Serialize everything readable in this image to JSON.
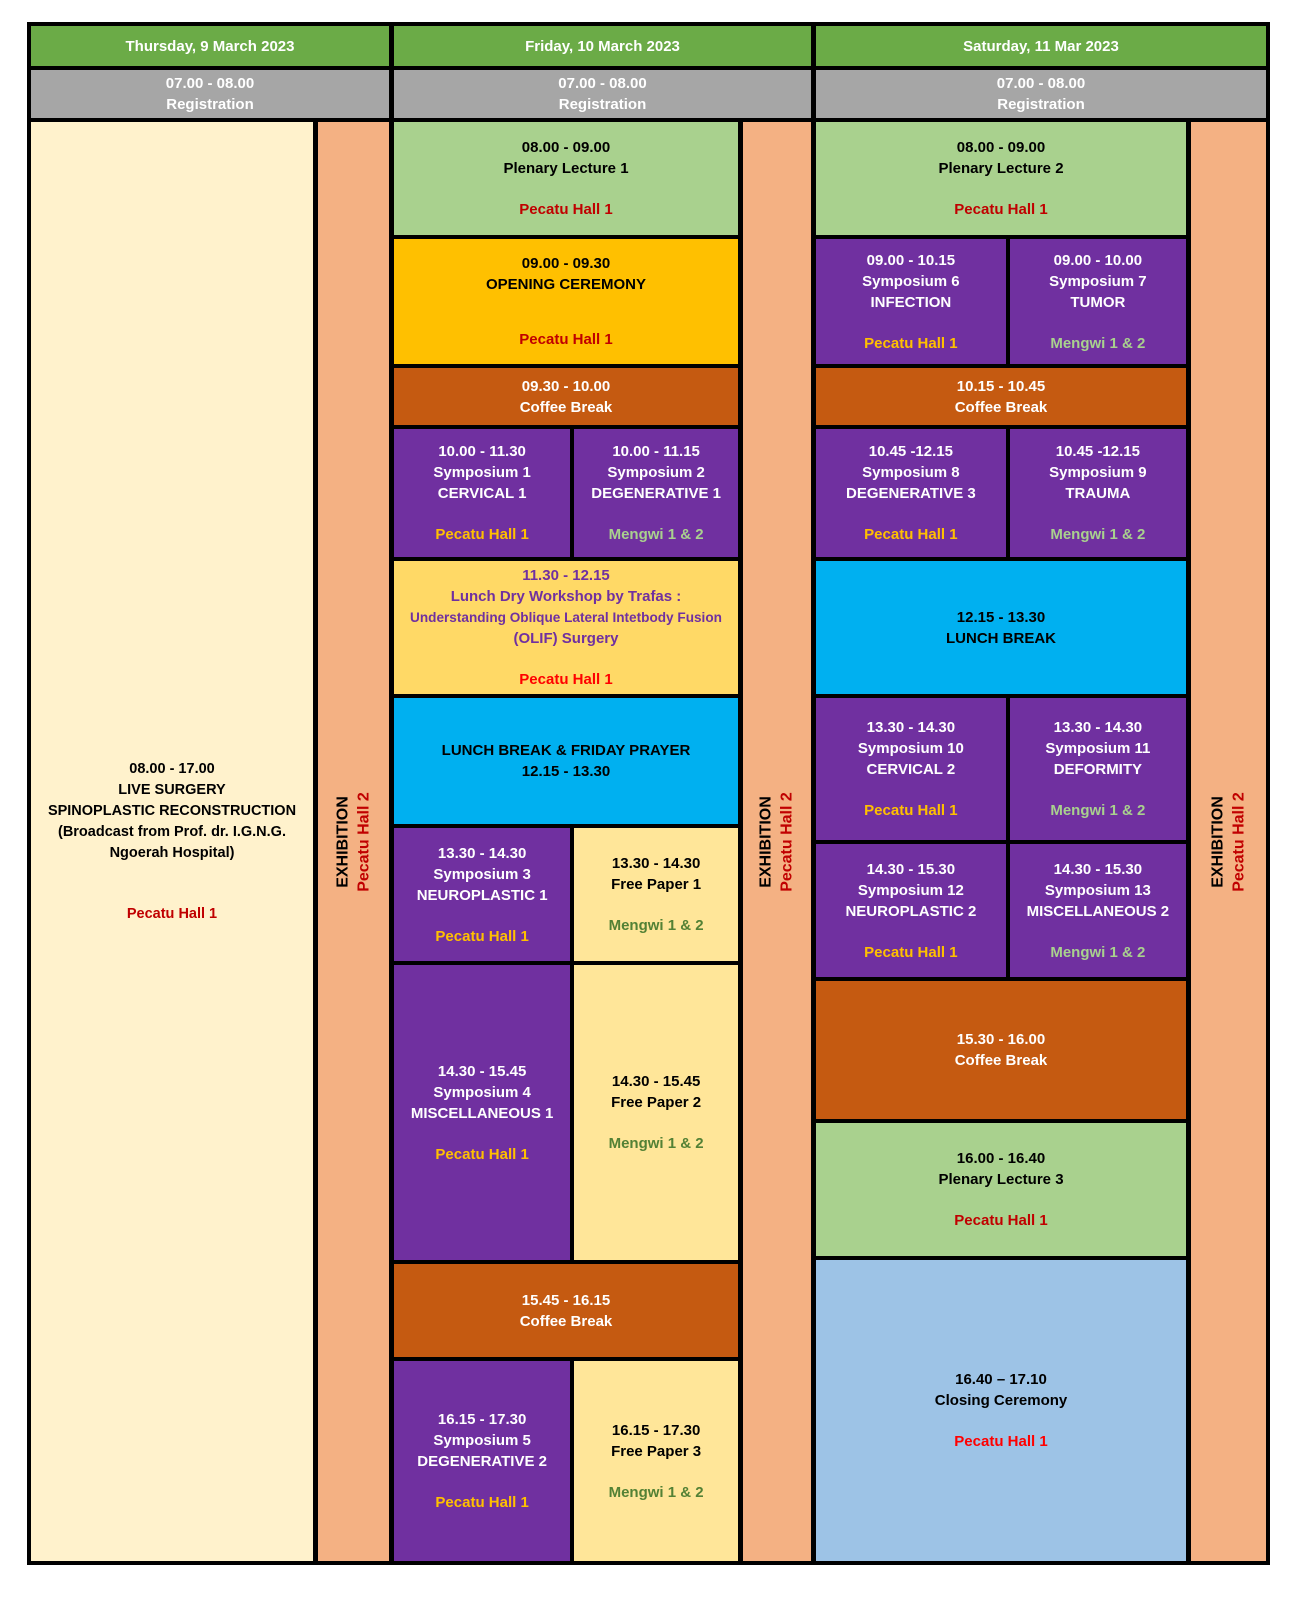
{
  "palette": {
    "header_green": "#6BAB47",
    "registration_gray": "#A6A6A6",
    "plenary_green": "#A9D18E",
    "live_surgery_cream": "#FFF2CC",
    "free_paper_cream": "#FFE699",
    "exhibition_salmon": "#F4B183",
    "opening_gold": "#FFC000",
    "coffee_break_orange": "#C55A11",
    "symposium_purple": "#7030A0",
    "workshop_yellow": "#FFD966",
    "lunch_break_blue": "#00B0F0",
    "closing_blue": "#9DC3E6",
    "venue_yellow": "#FFC000",
    "mengwi_light_green": "#A9D18E",
    "mengwi_dark_green": "#538135",
    "venue_dark_red": "#C00000",
    "venue_bright_red": "#FF0000"
  },
  "thu": {
    "header": "Thursday, 9 March 2023",
    "registration": {
      "time": "07.00 - 08.00",
      "label": "Registration"
    },
    "live_surgery": {
      "time": "08.00 - 17.00",
      "l1": "LIVE SURGERY",
      "l2": "SPINOPLASTIC RECONSTRUCTION",
      "l3": "(Broadcast from Prof. dr. I.G.N.G.",
      "l4": "Ngoerah Hospital)",
      "venue": "Pecatu Hall 1"
    },
    "exhibition": {
      "label": "EXHIBITION",
      "venue": "Pecatu Hall 2"
    }
  },
  "fri": {
    "header": "Friday, 10 March 2023",
    "registration": {
      "time": "07.00 - 08.00",
      "label": "Registration"
    },
    "plenary1": {
      "time": "08.00 - 09.00",
      "title": "Plenary Lecture 1",
      "venue": "Pecatu Hall 1"
    },
    "opening": {
      "time": "09.00 - 09.30",
      "title": "OPENING CEREMONY",
      "venue": "Pecatu Hall 1"
    },
    "coffee1": {
      "time": "09.30 - 10.00",
      "title": "Coffee Break"
    },
    "sym1": {
      "time": "10.00 - 11.30",
      "name": "Symposium 1",
      "topic": "CERVICAL 1",
      "venue": "Pecatu Hall 1"
    },
    "sym2": {
      "time": "10.00 - 11.15",
      "name": "Symposium 2",
      "topic": "DEGENERATIVE 1",
      "venue": "Mengwi 1 & 2"
    },
    "workshop": {
      "time": "11.30 - 12.15",
      "l1": "Lunch Dry Workshop by Trafas :",
      "l2": "Understanding Oblique Lateral Intetbody Fusion",
      "l3": "(OLIF) Surgery",
      "venue": "Pecatu Hall 1"
    },
    "lunch": {
      "l1": "LUNCH BREAK & FRIDAY PRAYER",
      "l2": "12.15 - 13.30"
    },
    "sym3": {
      "time": "13.30 - 14.30",
      "name": "Symposium 3",
      "topic": "NEUROPLASTIC 1",
      "venue": "Pecatu Hall 1"
    },
    "fp1": {
      "time": "13.30 - 14.30",
      "title": "Free Paper 1",
      "venue": "Mengwi 1 & 2"
    },
    "sym4": {
      "time": "14.30 - 15.45",
      "name": "Symposium 4",
      "topic": "MISCELLANEOUS 1",
      "venue": "Pecatu Hall 1"
    },
    "fp2": {
      "time": "14.30 - 15.45",
      "title": "Free Paper  2",
      "venue": "Mengwi 1 & 2"
    },
    "coffee2": {
      "time": "15.45 - 16.15",
      "title": "Coffee Break"
    },
    "sym5": {
      "time": "16.15 - 17.30",
      "name": "Symposium 5",
      "topic": "DEGENERATIVE 2",
      "venue": "Pecatu Hall 1"
    },
    "fp3": {
      "time": "16.15 - 17.30",
      "title": "Free Paper  3",
      "venue": "Mengwi 1 & 2"
    },
    "exhibition": {
      "label": "EXHIBITION",
      "venue": "Pecatu Hall 2"
    }
  },
  "sat": {
    "header": "Saturday, 11 Mar 2023",
    "registration": {
      "time": "07.00 - 08.00",
      "label": "Registration"
    },
    "plenary2": {
      "time": "08.00 - 09.00",
      "title": "Plenary Lecture 2",
      "venue": "Pecatu Hall 1"
    },
    "sym6": {
      "time": "09.00 - 10.15",
      "name": "Symposium 6",
      "topic": "INFECTION",
      "venue": "Pecatu Hall 1"
    },
    "sym7": {
      "time": "09.00 - 10.00",
      "name": "Symposium 7",
      "topic": "TUMOR",
      "venue": "Mengwi 1 & 2"
    },
    "coffee1": {
      "time": "10.15 - 10.45",
      "title": "Coffee Break"
    },
    "sym8": {
      "time": "10.45 -12.15",
      "name": "Symposium 8",
      "topic": "DEGENERATIVE 3",
      "venue": "Pecatu Hall 1"
    },
    "sym9": {
      "time": "10.45 -12.15",
      "name": "Symposium 9",
      "topic": "TRAUMA",
      "venue": "Mengwi 1 & 2"
    },
    "lunch": {
      "l1": "12.15 - 13.30",
      "l2": "LUNCH BREAK"
    },
    "sym10": {
      "time": "13.30 - 14.30",
      "name": "Symposium 10",
      "topic": "CERVICAL 2",
      "venue": "Pecatu Hall 1"
    },
    "sym11": {
      "time": "13.30 - 14.30",
      "name": "Symposium 11",
      "topic": "DEFORMITY",
      "venue": "Mengwi 1 & 2"
    },
    "sym12": {
      "time": "14.30 - 15.30",
      "name": "Symposium 12",
      "topic": "NEUROPLASTIC 2",
      "venue": "Pecatu Hall 1"
    },
    "sym13": {
      "time": "14.30 - 15.30",
      "name": "Symposium 13",
      "topic": "MISCELLANEOUS 2",
      "venue": "Mengwi 1 & 2"
    },
    "coffee2": {
      "time": "15.30 - 16.00",
      "title": "Coffee Break"
    },
    "plenary3": {
      "time": "16.00 - 16.40",
      "title": "Plenary Lecture 3",
      "venue": "Pecatu Hall 1"
    },
    "closing": {
      "time": "16.40 – 17.10",
      "title": "Closing Ceremony",
      "venue": "Pecatu Hall 1"
    },
    "exhibition": {
      "label": "EXHIBITION",
      "venue": "Pecatu Hall 2"
    }
  }
}
